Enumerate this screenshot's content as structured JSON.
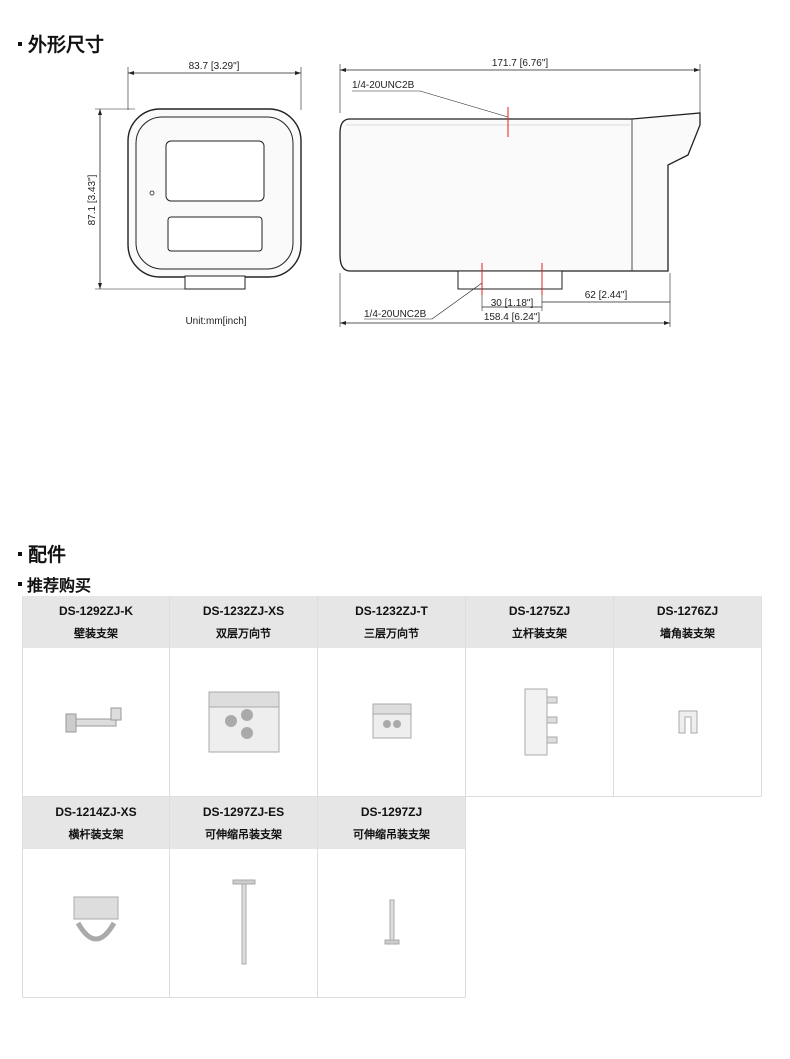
{
  "sections": {
    "dimensions_title": "外形尺寸",
    "accessories_title": "配件",
    "recommended_title": "推荐购买"
  },
  "drawing": {
    "front_width": "83.7 [3.29\"]",
    "front_height": "87.1 [3.43\"]",
    "unit": "Unit:mm[inch]",
    "side_length": "171.7 [6.76\"]",
    "thread_top": "1/4-20UNC2B",
    "thread_bottom": "1/4-20UNC2B",
    "dim_30": "30 [1.18\"]",
    "dim_62": "62 [2.44\"]",
    "dim_158": "158.4 [6.24\"]"
  },
  "accessories": [
    {
      "model": "DS-1292ZJ-K",
      "desc": "壁装支架",
      "icon": "wall-mount-bracket-icon"
    },
    {
      "model": "DS-1232ZJ-XS",
      "desc": "双层万向节",
      "icon": "double-universal-joint-icon"
    },
    {
      "model": "DS-1232ZJ-T",
      "desc": "三层万向节",
      "icon": "triple-universal-joint-icon"
    },
    {
      "model": "DS-1275ZJ",
      "desc": "立杆装支架",
      "icon": "pole-mount-bracket-icon"
    },
    {
      "model": "DS-1276ZJ",
      "desc": "墙角装支架",
      "icon": "corner-mount-bracket-icon"
    },
    {
      "model": "DS-1214ZJ-XS",
      "desc": "横杆装支架",
      "icon": "horizontal-pole-bracket-icon"
    },
    {
      "model": "DS-1297ZJ-ES",
      "desc": "可伸缩吊装支架",
      "icon": "telescopic-pendant-long-icon"
    },
    {
      "model": "DS-1297ZJ",
      "desc": "可伸缩吊装支架",
      "icon": "telescopic-pendant-short-icon"
    }
  ]
}
